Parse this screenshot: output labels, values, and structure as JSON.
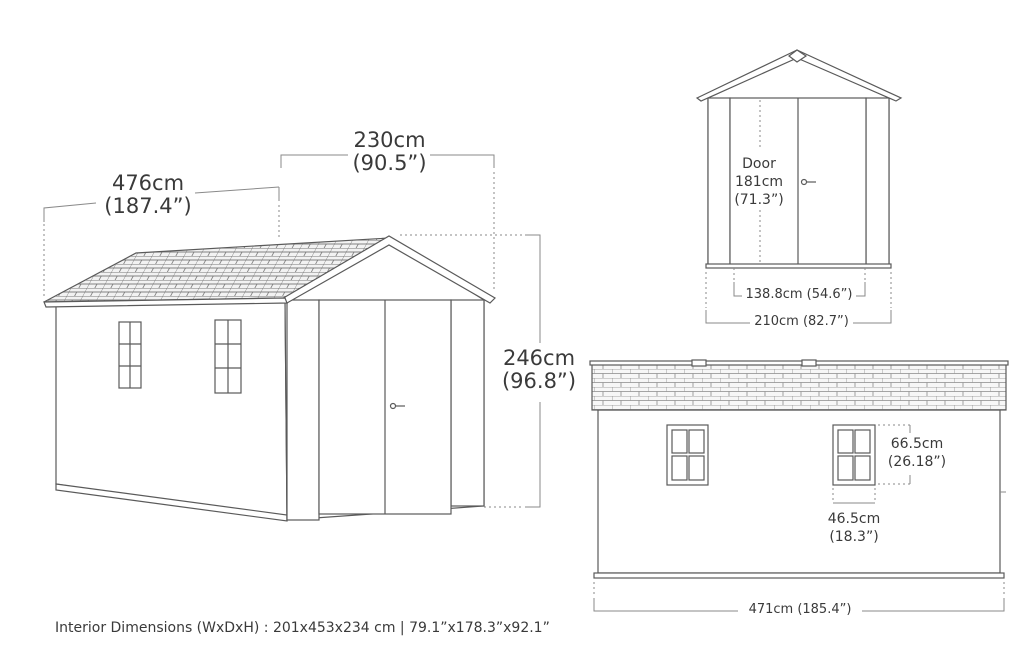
{
  "perspective": {
    "depth_label": [
      "476cm",
      "(187.4”)"
    ],
    "width_label": [
      "230cm",
      "(90.5”)"
    ],
    "height_label": [
      "246cm",
      "(96.8”)"
    ]
  },
  "front_view": {
    "door_label": [
      "Door",
      "181cm",
      "(71.3”)"
    ],
    "door_width_label": "138.8cm (54.6”)",
    "total_width_label": "210cm (82.7”)"
  },
  "side_view": {
    "window_height_label": [
      "66.5cm",
      "(26.18”)"
    ],
    "window_width_label": [
      "46.5cm",
      "(18.3”)"
    ],
    "total_length_label": "471cm (185.4”)"
  },
  "footer": {
    "interior_dimensions": "Interior Dimensions (WxDxH) : 201x453x234 cm | 79.1”x178.3”x92.1”"
  },
  "colors": {
    "line": "#5a5a5a",
    "dim_line": "#8a8a8a",
    "fill": "#ffffff",
    "roof_tile": "#f4f4f4"
  }
}
